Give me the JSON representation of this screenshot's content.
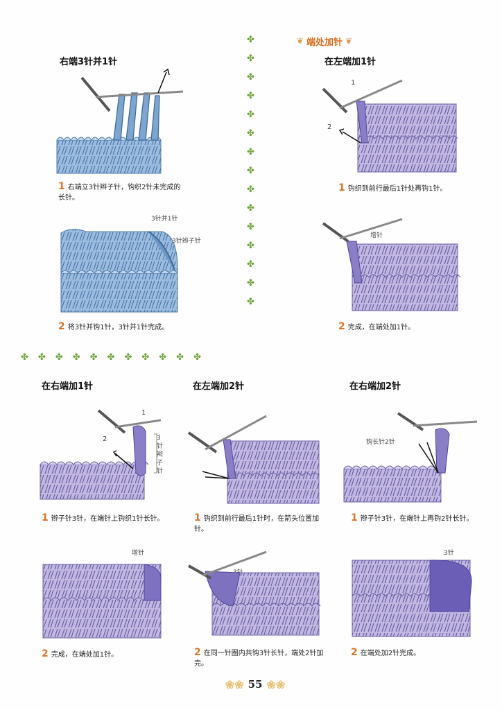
{
  "section": {
    "title": "端处加针"
  },
  "top_left": {
    "title": "右端3针并1针",
    "step1": {
      "num": "1",
      "text": "右端立3针辫子针，钩织2针未完成的长针。"
    },
    "annot_a": "3针并1针",
    "annot_b": "3针辫子针",
    "step2": {
      "num": "2",
      "text": "将3针并钩1针，3针并1针完成。"
    }
  },
  "top_right": {
    "title": "在左端加1针",
    "marker1": "1",
    "marker2": "2",
    "step1": {
      "num": "1",
      "text": "钩织到前行最后1针处再钩1针。"
    },
    "annot": "增针",
    "step2": {
      "num": "2",
      "text": "完成，在端处加1针。"
    }
  },
  "bottom_left": {
    "title": "在右端加1针",
    "marker1": "1",
    "marker2": "2",
    "annot": "3针辫子针",
    "step1": {
      "num": "1",
      "text": "辫子针3针，在端针上钩织1针长针。"
    },
    "annot2": "增针",
    "step2": {
      "num": "2",
      "text": "完成，在端处加1针。"
    }
  },
  "bottom_middle": {
    "title": "在左端加2针",
    "step1": {
      "num": "1",
      "text": "钩织到前行最后1针时，在箭头位置加针。"
    },
    "annot": "3针",
    "step2": {
      "num": "2",
      "text": "在同一针圈内共钩3针长针，端处2针加完。"
    }
  },
  "bottom_right": {
    "title": "在右端加2针",
    "annot": "钩长针2针",
    "step1": {
      "num": "1",
      "text": "辫子针3针，在端针上再钩2针长针。"
    },
    "annot2": "3针",
    "step2": {
      "num": "2",
      "text": "在端处加2针完成。"
    }
  },
  "footer": {
    "page_number": "55"
  },
  "colors": {
    "yarn_blue": "#7da5cf",
    "yarn_purple": "#a99bd0",
    "yarn_dark": "#6a6fb5",
    "accent_orange": "#d8742b",
    "dot_green": "#6ea33a"
  }
}
